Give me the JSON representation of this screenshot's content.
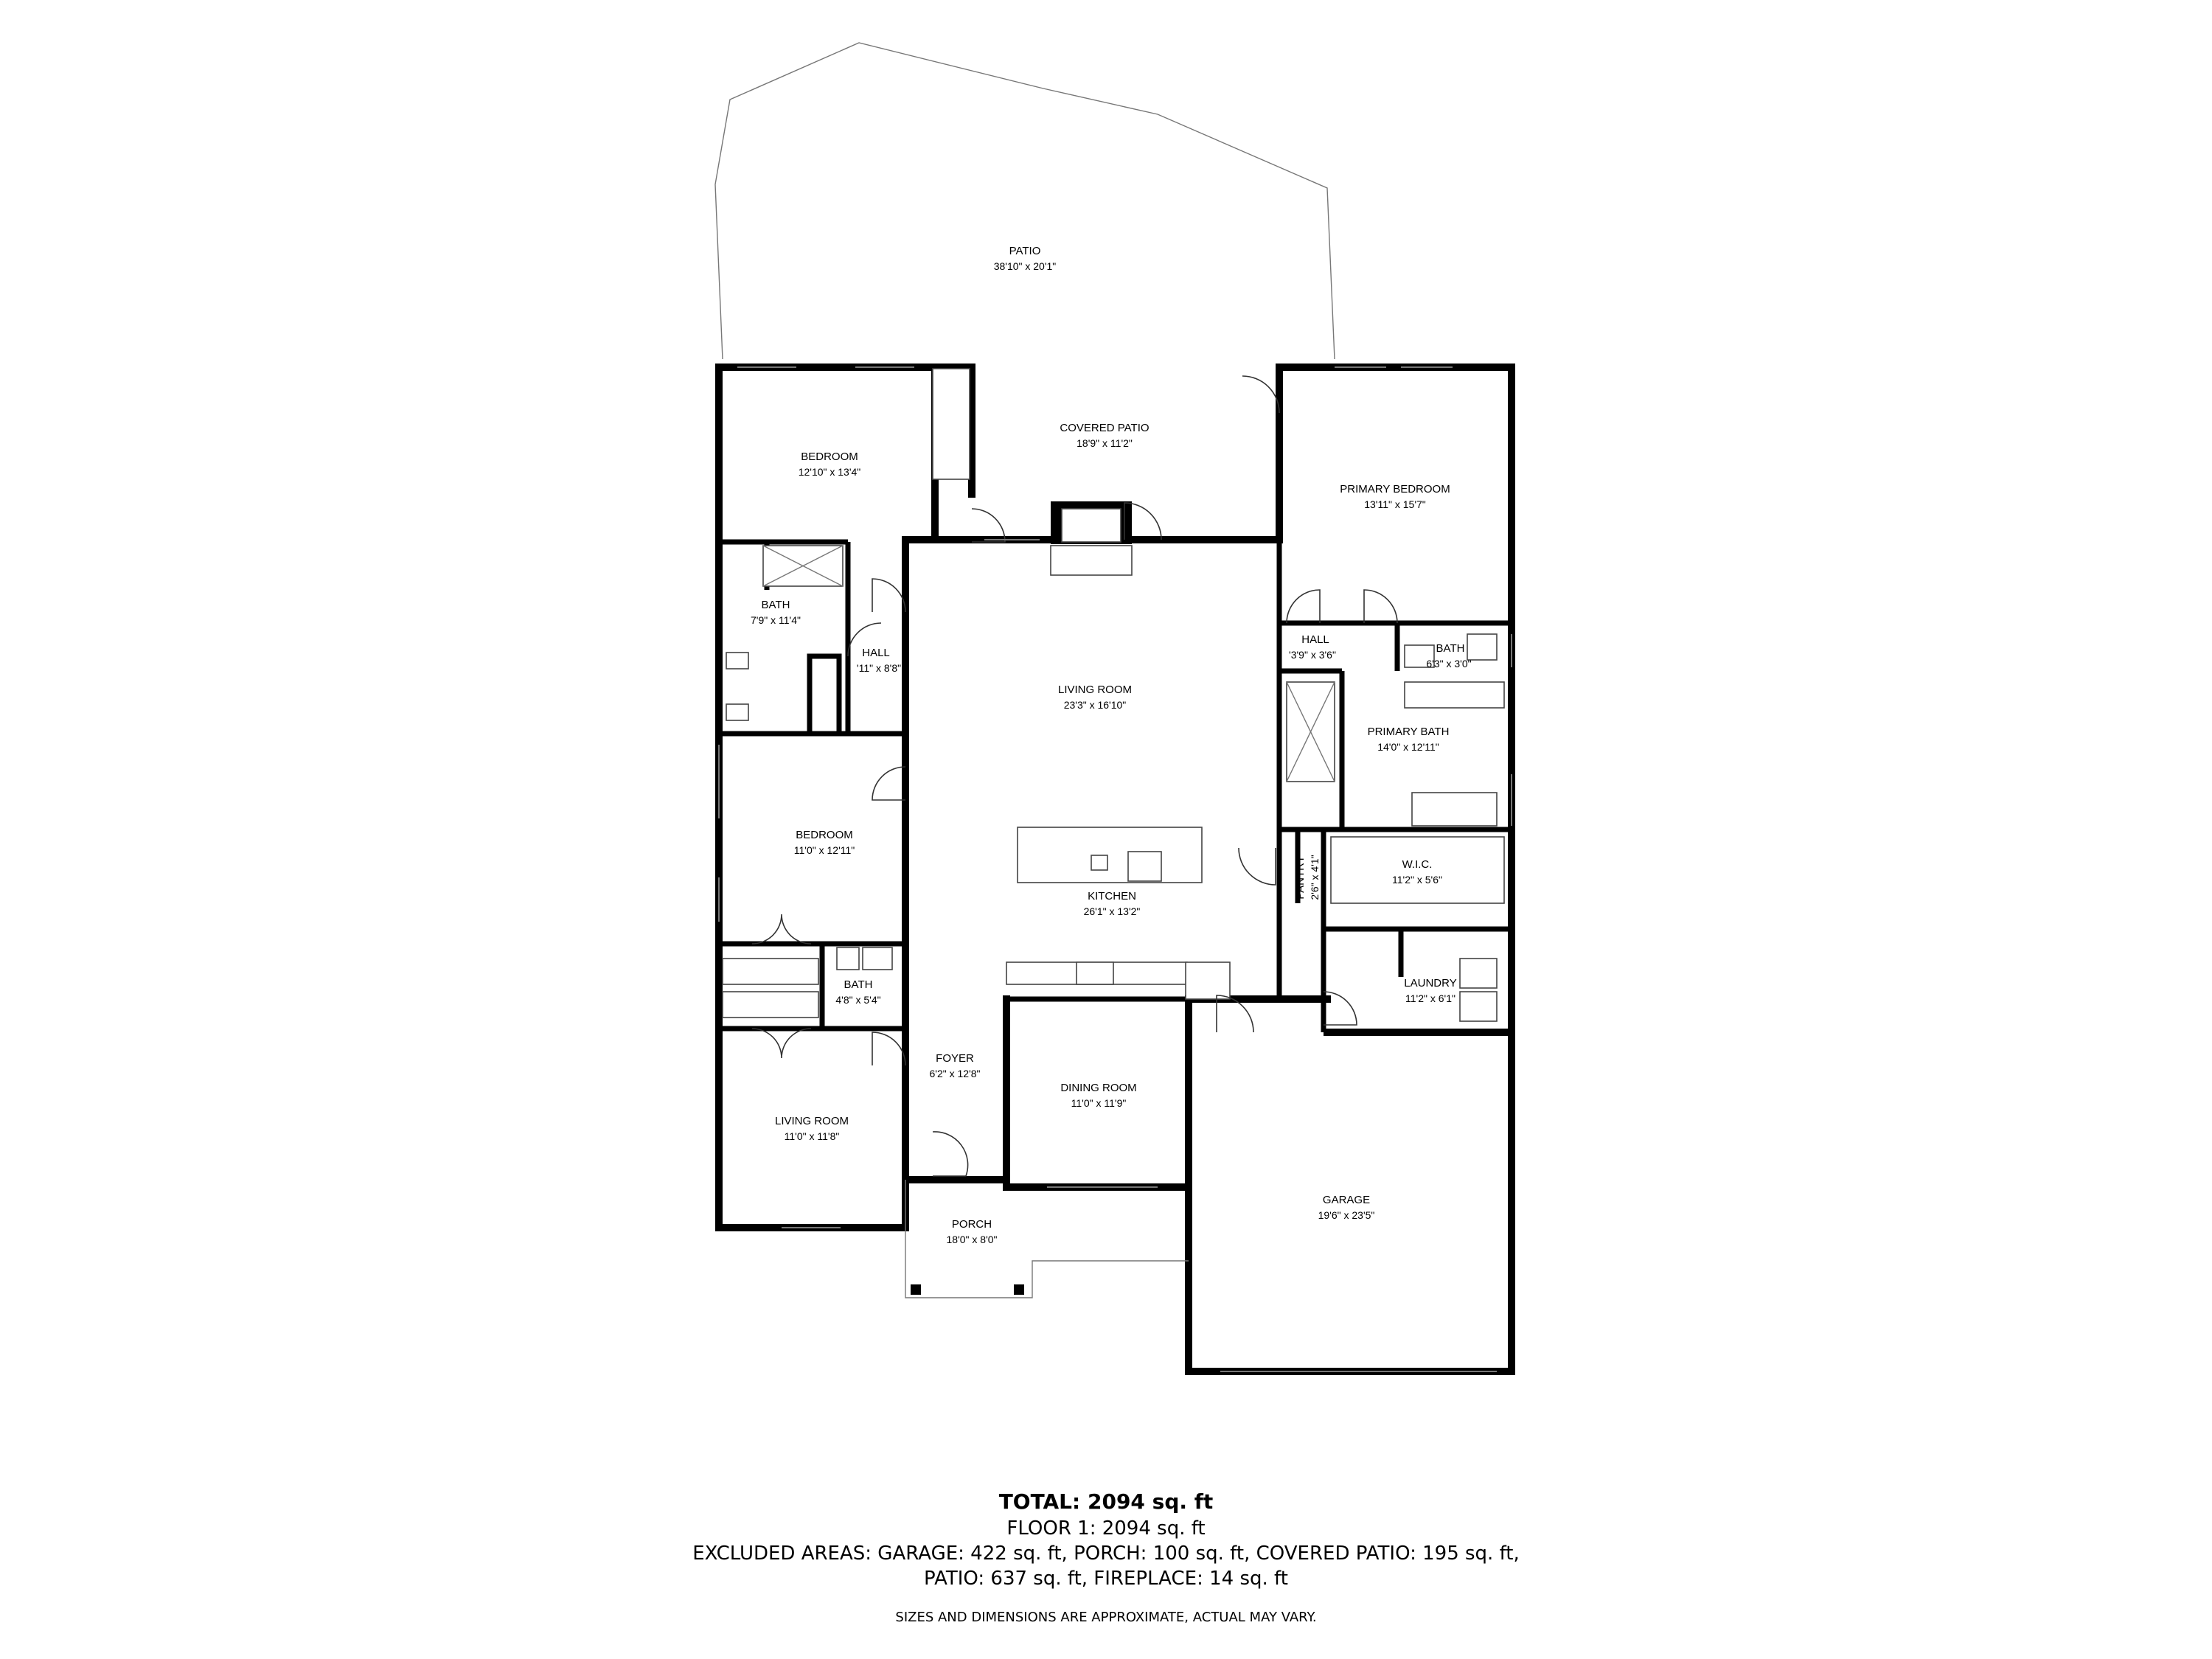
{
  "rooms": {
    "patio": {
      "name": "PATIO",
      "dim": "38'10\" x 20'1\""
    },
    "covered_patio": {
      "name": "COVERED PATIO",
      "dim": "18'9\" x 11'2\""
    },
    "bedroom_ne": {
      "name": "BEDROOM",
      "dim": "12'10\" x 13'4\""
    },
    "primary_bedroom": {
      "name": "PRIMARY BEDROOM",
      "dim": "13'11\" x 15'7\""
    },
    "bath_w": {
      "name": "BATH",
      "dim": "7'9\" x 11'4\""
    },
    "hall_w": {
      "name": "HALL",
      "dim": "'11\" x 8'8\""
    },
    "living_room": {
      "name": "LIVING ROOM",
      "dim": "23'3\" x 16'10\""
    },
    "hall_e": {
      "name": "HALL",
      "dim": "'3'9\" x 3'6\""
    },
    "bath_e": {
      "name": "BATH",
      "dim": "6'3\" x 3'0\""
    },
    "primary_bath": {
      "name": "PRIMARY BATH",
      "dim": "14'0\" x 12'11\""
    },
    "bedroom_w": {
      "name": "BEDROOM",
      "dim": "11'0\" x 12'11\""
    },
    "kitchen": {
      "name": "KITCHEN",
      "dim": "26'1\" x 13'2\""
    },
    "pantry": {
      "name": "PANTRY",
      "dim": "2'6\" x 4'1\""
    },
    "wic": {
      "name": "W.I.C.",
      "dim": "11'2\" x 5'6\""
    },
    "bath_small": {
      "name": "BATH",
      "dim": "4'8\" x 5'4\""
    },
    "laundry": {
      "name": "LAUNDRY",
      "dim": "11'2\" x 6'1\""
    },
    "foyer": {
      "name": "FOYER",
      "dim": "6'2\" x 12'8\""
    },
    "dining_room": {
      "name": "DINING ROOM",
      "dim": "11'0\" x 11'9\""
    },
    "living_room_sw": {
      "name": "LIVING ROOM",
      "dim": "11'0\" x 11'8\""
    },
    "garage": {
      "name": "GARAGE",
      "dim": "19'6\" x 23'5\""
    },
    "porch": {
      "name": "PORCH",
      "dim": "18'0\" x 8'0\""
    }
  },
  "summary": {
    "total": "TOTAL: 2094 sq. ft",
    "floor": "FLOOR 1: 2094 sq. ft",
    "excluded_1": "EXCLUDED AREAS: GARAGE: 422 sq. ft, PORCH: 100 sq. ft, COVERED PATIO: 195 sq. ft,",
    "excluded_2": "PATIO: 637 sq. ft, FIREPLACE: 14 sq. ft",
    "disclaimer": "SIZES AND DIMENSIONS ARE APPROXIMATE, ACTUAL MAY VARY."
  }
}
